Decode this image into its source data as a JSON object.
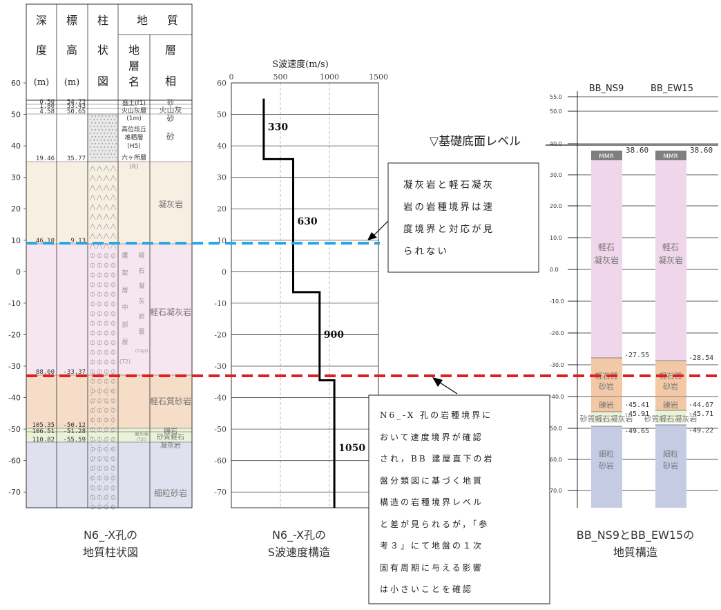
{
  "strat_column": {
    "headers": {
      "depth": [
        "深",
        "度",
        "(m)"
      ],
      "elevation": [
        "標",
        "高",
        "(m)"
      ],
      "column": [
        "柱",
        "状",
        "図"
      ],
      "geology_top": [
        "地",
        "質"
      ],
      "formation_name": [
        "地",
        "層",
        "名"
      ],
      "facies": [
        "層",
        "相"
      ]
    },
    "y_ticks": [
      "60",
      "50",
      "40",
      "30",
      "20",
      "10",
      "0",
      "-10",
      "-20",
      "-30",
      "-40",
      "-50",
      "-60",
      "-70"
    ],
    "depths": [
      "0.50",
      "1.80",
      "4.58",
      "19.46",
      "46.10",
      "88.60",
      "105.35",
      "106.51",
      "110.82"
    ],
    "elevations": [
      "54.73",
      "53.43",
      "50.65",
      "35.77",
      "9.13",
      "-33.37",
      "-50.12",
      "-51.28",
      "-55.59"
    ],
    "formation_names": [
      "盛土(f1)",
      "火山灰層",
      "(1m)",
      "高位段丘",
      "堆積層",
      "(H5)",
      "六ヶ所層",
      "(R)",
      "鷹",
      "架",
      "層",
      "中",
      "部",
      "層",
      "(T2)",
      "軽",
      "石",
      "凝",
      "灰",
      "岩",
      "層",
      "(T2pt)",
      "凝灰岩",
      "(T2t)"
    ],
    "facies": [
      "砂",
      "火山灰",
      "砂",
      "砂",
      "凝灰岩",
      "軽石凝灰岩",
      "軽石質砂岩",
      "礫岩",
      "砂質軽石",
      "凝灰岩",
      "細粒砂岩"
    ],
    "caption": [
      "N6_-X孔の",
      "地質柱状図"
    ]
  },
  "chart_data": {
    "type": "line",
    "title": "S波速度(m/s)",
    "xlim": [
      0,
      1500
    ],
    "ylim": [
      -75,
      60
    ],
    "x_ticks": [
      "0",
      "500",
      "1000",
      "1500"
    ],
    "y_ticks": [
      "60",
      "50",
      "40",
      "30",
      "20",
      "10",
      "0",
      "-10",
      "-20",
      "-30",
      "-40",
      "-50",
      "-60",
      "-70"
    ],
    "grid": true,
    "profile": [
      {
        "x": 330,
        "y": 55
      },
      {
        "x": 330,
        "y": 35.77
      },
      {
        "x": 630,
        "y": 35.77
      },
      {
        "x": 630,
        "y": -6.5
      },
      {
        "x": 900,
        "y": -6.5
      },
      {
        "x": 900,
        "y": -34.5
      },
      {
        "x": 1050,
        "y": -34.5
      },
      {
        "x": 1050,
        "y": -75
      }
    ],
    "labels": [
      {
        "text": "330",
        "x": 330,
        "y": 45
      },
      {
        "text": "630",
        "x": 630,
        "y": 15
      },
      {
        "text": "900",
        "x": 900,
        "y": -21
      },
      {
        "text": "1050",
        "x": 1050,
        "y": -57
      }
    ],
    "caption": [
      "N6_-X孔の",
      "S波速度構造"
    ]
  },
  "callouts": {
    "upper": [
      "凝灰岩と軽石凝灰",
      "岩の岩種境界は速",
      "度境界と対応が見",
      "られない"
    ],
    "lower": [
      "N6_-X 孔の岩種境界に",
      "おいて速度境界が確認",
      "され，BB 建屋直下の岩",
      "盤分類図に基づく地質",
      "構造の岩種境界レベル",
      "と差が見られるが，「参",
      "考３」にて地盤の１次",
      "固有周期に与える影響",
      "は小さいことを確認"
    ]
  },
  "bb_structure": {
    "foundation_label": "▽基礎底面レベル",
    "columns": [
      "BB_NS9",
      "BB_EW15"
    ],
    "y_ticks": [
      "55.0",
      "50.0",
      "40.0",
      "30.0",
      "20.0",
      "10.0",
      "0.0",
      "-10.0",
      "-20.0",
      "-30.0",
      "-40.0",
      "50.0",
      "60.0",
      "70.0"
    ],
    "ns9": {
      "mmr": "MMR",
      "top": "38.60",
      "pumice_tuff": [
        "軽石",
        "凝灰岩"
      ],
      "pumice_sandstone": [
        "軽石質",
        "砂岩"
      ],
      "conglomerate": "礫岩",
      "sandy_pumice": "砂質軽石凝灰岩",
      "fine_sandstone": [
        "細粒",
        "砂岩"
      ],
      "levels": [
        "-27.55",
        "-45.41",
        "-45.91",
        "-49.65"
      ]
    },
    "ew15": {
      "mmr": "MMR",
      "top": "38.60",
      "pumice_tuff": [
        "軽石",
        "凝灰岩"
      ],
      "pumice_sandstone": [
        "軽石質",
        "砂岩"
      ],
      "conglomerate": "礫岩",
      "sandy_pumice": "砂質軽石凝灰岩",
      "fine_sandstone": [
        "細粒",
        "砂岩"
      ],
      "levels": [
        "-28.54",
        "-44.67",
        "-45.71",
        "-49.22"
      ]
    },
    "caption": [
      "BB_NS9とBB_EW15の",
      "地質構造"
    ]
  },
  "colors": {
    "blue_line": "#2aa7e0",
    "red_line": "#e02020",
    "tuff": "#f7f0e2",
    "pumice_tuff": "#f5e6f0",
    "pumice_sandstone": "#f6ddc8",
    "fine_sandstone": "#dfe1ef",
    "conglomerate": "#eaf2d8",
    "mmr": "#7f7f7f",
    "bb_pumice_tuff": "#efd6ea",
    "bb_pumice_sandstone": "#f2c8a6",
    "bb_fine_sandstone": "#c5cbe3"
  }
}
